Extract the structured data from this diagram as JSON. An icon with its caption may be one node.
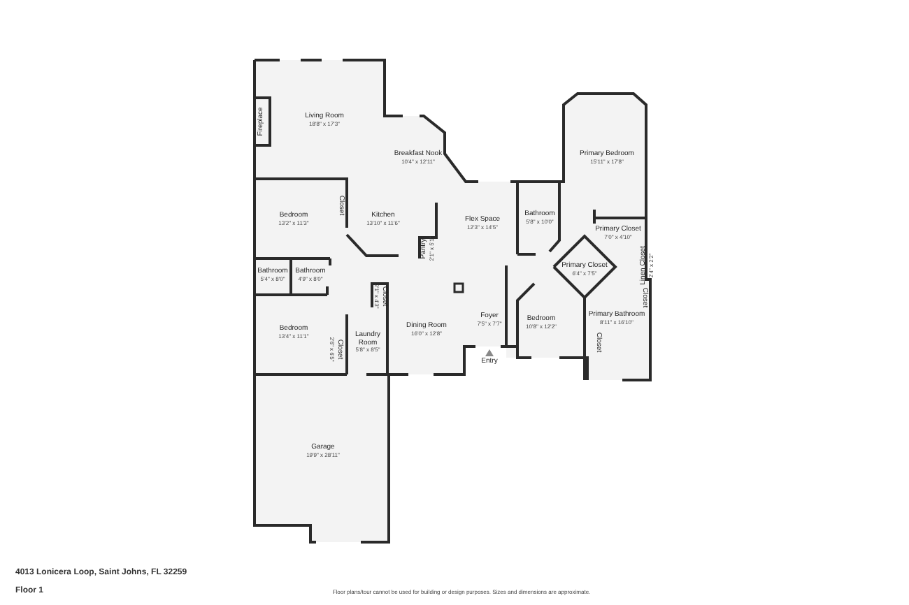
{
  "diagram": {
    "title": "4013 Lonicera Loop, Saint Johns, FL 32259",
    "caption": "Floor plans/tour cannot be used for building or design purposes. Sizes and dimensions are approximate.",
    "nodes": [
      {
        "text": [
          "Living Room",
          "18'8\" x 17'3\""
        ]
      },
      {
        "text": [
          "Fireplace"
        ]
      },
      {
        "text": [
          "Breakfast Nook",
          "10'4\" x 12'11\""
        ]
      },
      {
        "text": [
          "Bedroom",
          "13'2\" x 11'3\""
        ]
      },
      {
        "text": [
          "Closet"
        ]
      },
      {
        "text": [
          "Kitchen",
          "13'10\" x 11'6\""
        ]
      },
      {
        "text": [
          "Flex Space",
          "12'3\" x 14'5\""
        ]
      },
      {
        "text": [
          "Pantry",
          "2'1\" x 5'1\""
        ]
      },
      {
        "text": [
          "Primary Bedroom",
          "15'11\" x 17'8\""
        ]
      },
      {
        "text": [
          "Bathroom",
          "5'8\" x 10'0\""
        ]
      },
      {
        "text": [
          "Primary Closet",
          "7'0\" x 4'10\""
        ]
      },
      {
        "text": [
          "Bathroom",
          "5'4\" x 8'0\""
        ]
      },
      {
        "text": [
          "Bathroom",
          "4'9\" x 8'0\""
        ]
      },
      {
        "text": [
          "Primary Closet",
          "6'4\" x 7'5\""
        ]
      },
      {
        "text": [
          "Linen Closet",
          "2'4\" x 2'2\""
        ]
      },
      {
        "text": [
          "Closet",
          "2'1\" x 4'3\""
        ]
      },
      {
        "text": [
          "Closet"
        ]
      },
      {
        "text": [
          "Bedroom",
          "10'8\" x 12'2\""
        ]
      },
      {
        "text": [
          "Primary Bathroom",
          "8'11\" x 16'10\""
        ]
      },
      {
        "text": [
          "Foyer",
          "7'5\" x 7'7\""
        ]
      },
      {
        "text": [
          "Dining Room",
          "16'0\" x 12'8\""
        ]
      },
      {
        "text": [
          "Bedroom",
          "13'4\" x 11'1\""
        ]
      },
      {
        "text": [
          "Laundry Room",
          "5'8\" x 8'5\""
        ]
      },
      {
        "text": [
          "Closet",
          "2'6\" x 6'5\""
        ]
      },
      {
        "text": [
          "Closet"
        ]
      },
      {
        "text": [
          "Entry"
        ]
      },
      {
        "text": [
          "Garage",
          "19'9\" x 28'11\""
        ]
      }
    ],
    "labels": [
      "Floor 1"
    ]
  }
}
